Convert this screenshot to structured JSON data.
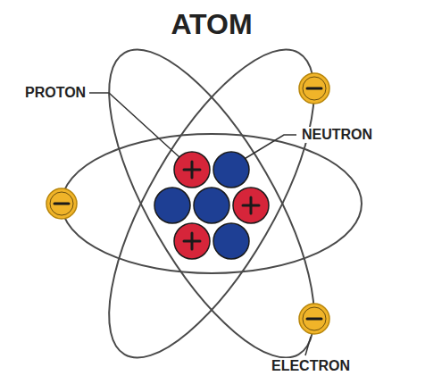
{
  "diagram": {
    "title": "ATOM",
    "labels": [
      "PROTON",
      "NEUTRON",
      "ELECTRON"
    ]
  }
}
